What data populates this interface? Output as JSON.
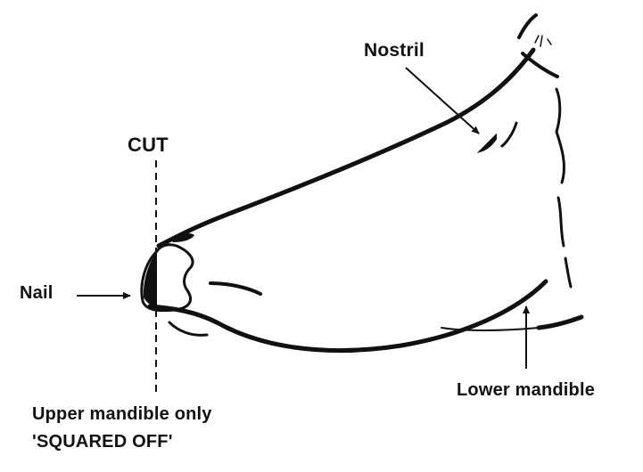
{
  "labels": {
    "nostril": "Nostril",
    "cut": "CUT",
    "nail": "Nail",
    "upper_mandible_line1": "Upper mandible only",
    "upper_mandible_line2": "'SQUARED OFF'",
    "lower_mandible": "Lower mandible"
  },
  "colors": {
    "ink": "#111111",
    "background": "#ffffff"
  }
}
